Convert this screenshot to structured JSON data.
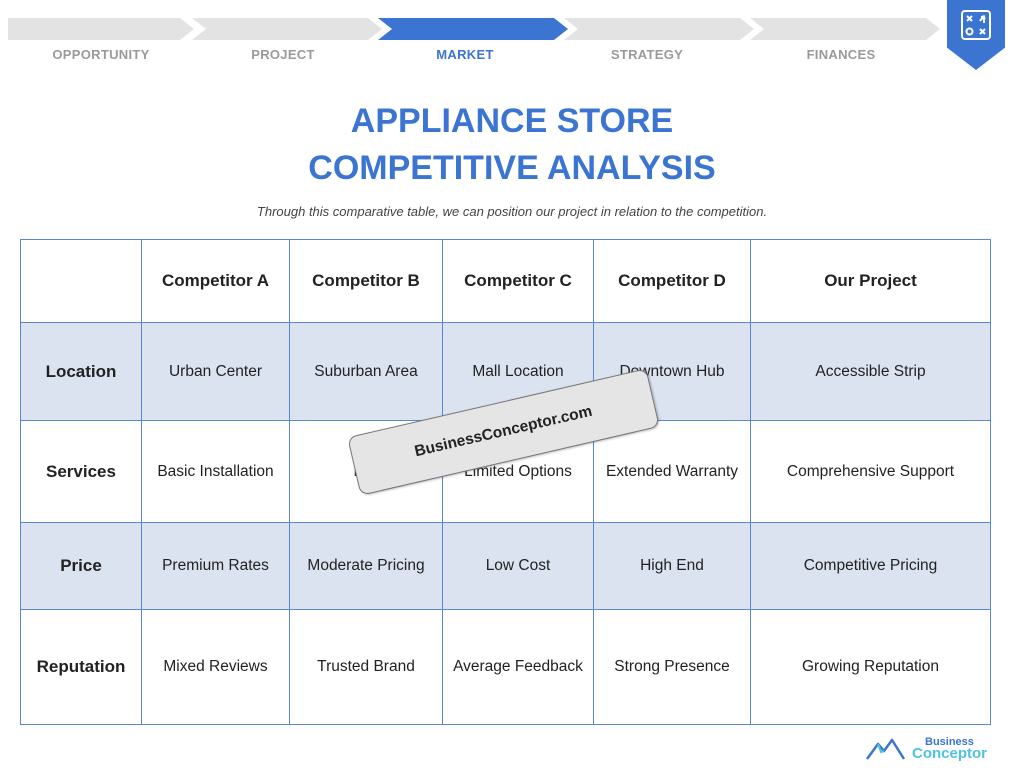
{
  "steps": [
    {
      "label": "OPPORTUNITY",
      "active": false
    },
    {
      "label": "PROJECT",
      "active": false
    },
    {
      "label": "MARKET",
      "active": true
    },
    {
      "label": "STRATEGY",
      "active": false
    },
    {
      "label": "FINANCES",
      "active": false
    }
  ],
  "badge": {
    "icon": "strategy-board-icon"
  },
  "title": {
    "line1": "APPLIANCE STORE",
    "line2": "COMPETITIVE ANALYSIS"
  },
  "subtitle": "Through this comparative table, we can position our project in relation to the competition.",
  "table": {
    "headers": [
      "",
      "Competitor A",
      "Competitor B",
      "Competitor C",
      "Competitor D",
      "Our Project"
    ],
    "rows": [
      {
        "label": "Location",
        "cells": [
          "Urban Center",
          "Suburban Area",
          "Mall Location",
          "Downtown Hub",
          "Accessible Strip"
        ]
      },
      {
        "label": "Services",
        "cells": [
          "Basic Installation",
          "Full",
          "Limited Options",
          "Extended Warranty",
          "Comprehensive Support"
        ]
      },
      {
        "label": "Price",
        "cells": [
          "Premium Rates",
          "Moderate Pricing",
          "Low Cost",
          "High End",
          "Competitive Pricing"
        ]
      },
      {
        "label": "Reputation",
        "cells": [
          "Mixed Reviews",
          "Trusted Brand",
          "Average Feedback",
          "Strong Presence",
          "Growing Reputation"
        ]
      }
    ]
  },
  "watermark": "BusinessConceptor.com",
  "logo": {
    "line1": "Business",
    "line2": "Conceptor",
    "icon": "mountain-logo-icon"
  },
  "colors": {
    "accent": "#3b74d1",
    "row_shade": "#dbe3f1",
    "step_inactive": "#e3e3e3",
    "logo_cyan": "#4ec3e0"
  }
}
